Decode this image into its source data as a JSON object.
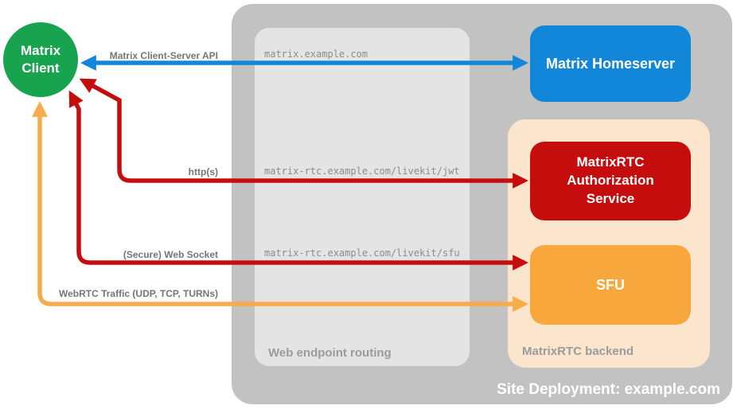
{
  "colors": {
    "site-bg": "#c2c2c2",
    "routing-bg": "#e4e4e4",
    "backend-bg": "#fce5cd",
    "green": "#18a44e",
    "blue": "#1287d9",
    "red": "#c60d0d",
    "orange-box": "#f8a73c",
    "orange-arrow": "#f7ab4b",
    "edge-label-color": "#757575",
    "url-color": "#8c8c8c",
    "container-label-color": "#9b9b9b",
    "node-text": "#ffffff"
  },
  "nodes": {
    "matrix_client": {
      "label": "Matrix Client"
    },
    "matrix_homeserver": {
      "label": "Matrix Homeserver"
    },
    "auth_service": {
      "label": "MatrixRTC Authorization Service"
    },
    "sfu": {
      "label": "SFU"
    }
  },
  "containers": {
    "site": {
      "label": "Site Deployment: example.com"
    },
    "routing": {
      "label": "Web endpoint routing"
    },
    "backend": {
      "label": "MatrixRTC backend"
    }
  },
  "edges": {
    "cs_api": {
      "label": "Matrix Client-Server API",
      "route": "matrix.example.com"
    },
    "https": {
      "label": "http(s)",
      "route": "matrix-rtc.example.com/livekit/jwt"
    },
    "websocket": {
      "label": "(Secure) Web Socket",
      "route": "matrix-rtc.example.com/livekit/sfu"
    },
    "webrtc": {
      "label": "WebRTC Traffic (UDP, TCP, TURNs)"
    }
  }
}
